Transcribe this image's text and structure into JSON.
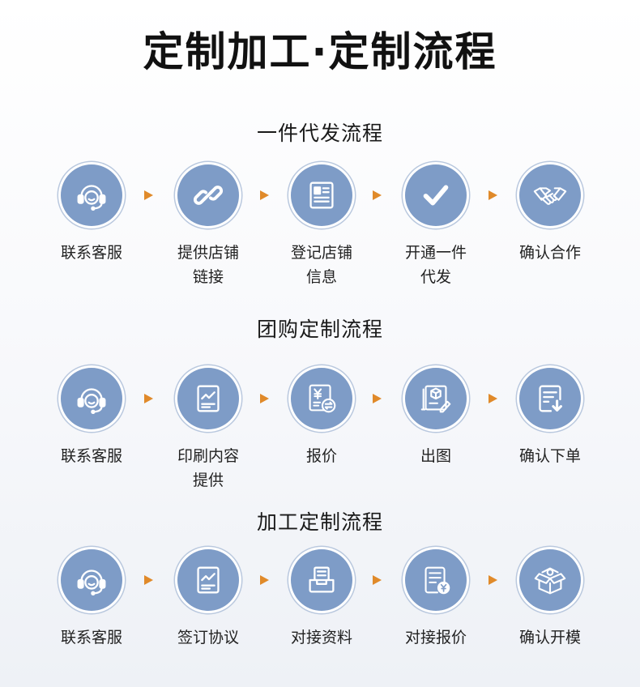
{
  "page": {
    "title": "定制加工·定制流程"
  },
  "sections": [
    {
      "title": "一件代发流程",
      "steps": [
        {
          "label": "联系客服",
          "icon": "headset-icon"
        },
        {
          "label": "提供店铺\n链接",
          "icon": "link-icon"
        },
        {
          "label": "登记店铺\n信息",
          "icon": "id-card-icon"
        },
        {
          "label": "开通一件\n代发",
          "icon": "checkmark-icon"
        },
        {
          "label": "确认合作",
          "icon": "handshake-icon"
        }
      ]
    },
    {
      "title": "团购定制流程",
      "steps": [
        {
          "label": "联系客服",
          "icon": "headset-icon"
        },
        {
          "label": "印刷内容\n提供",
          "icon": "chart-document-icon"
        },
        {
          "label": "报价",
          "icon": "yuan-exchange-icon"
        },
        {
          "label": "出图",
          "icon": "design-drawing-icon"
        },
        {
          "label": "确认下单",
          "icon": "document-download-icon"
        }
      ]
    },
    {
      "title": "加工定制流程",
      "steps": [
        {
          "label": "联系客服",
          "icon": "headset-icon"
        },
        {
          "label": "签订协议",
          "icon": "chart-document-icon"
        },
        {
          "label": "对接资料",
          "icon": "inbox-tray-icon"
        },
        {
          "label": "对接报价",
          "icon": "yuan-document-icon"
        },
        {
          "label": "确认开模",
          "icon": "open-box-icon"
        }
      ]
    }
  ],
  "colors": {
    "circle": "#7e9cc7",
    "arrow": "#e08a2a"
  }
}
